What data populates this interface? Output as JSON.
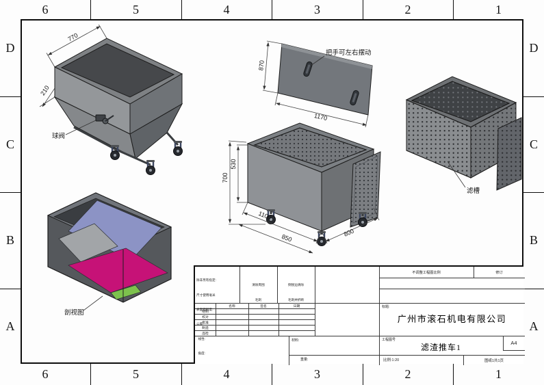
{
  "sheet": {
    "cols": [
      "6",
      "5",
      "4",
      "3",
      "2",
      "1"
    ],
    "rows": [
      "D",
      "C",
      "B",
      "A"
    ]
  },
  "colors": {
    "section_blue": "#8c93c5",
    "section_magenta": "#c61277",
    "section_green": "#7dc24d"
  },
  "views": {
    "hopper": {
      "dim_top": "770",
      "dim_side": "210",
      "valve_label": "球阀"
    },
    "lid": {
      "dim_height": "870",
      "dim_width": "1170",
      "handle_note": "把手可左右摆动"
    },
    "cart": {
      "dim_height_total": "700",
      "dim_height_body": "530",
      "dim_length": "1100",
      "dim_front": "850",
      "dim_depth": "800"
    },
    "basket": {
      "label": "滤槽"
    },
    "section": {
      "label": "剖视图"
    }
  },
  "titleblock": {
    "spec": [
      "除非另有指定:",
      "尺寸使用毫米",
      "表面粗糙度:",
      "公差:",
      "  线性:",
      "  角度:"
    ],
    "deburr1": [
      "清除周围",
      "毛刺"
    ],
    "deburr2": [
      "倒锐边清除",
      "毛刺并折断"
    ],
    "no_scale": "不调整工程图比例",
    "revision": "修订",
    "col_name": "名称",
    "col_sign": "签名",
    "col_date": "日期",
    "row_drawn": "绘制",
    "row_checked": "校对",
    "row_approved": "批准",
    "row_mfg": "制造",
    "row_qa": "品检",
    "title_label": "标题:",
    "company": "广州市滚石机电有限公司",
    "material_label": "材料:",
    "weight_label": "重量:",
    "dwg_label": "工程图号",
    "dwg_no": "滤渣推车1",
    "paper": "A4",
    "scale": "比例:1:20",
    "sheet_info": "图纸1共1页"
  }
}
